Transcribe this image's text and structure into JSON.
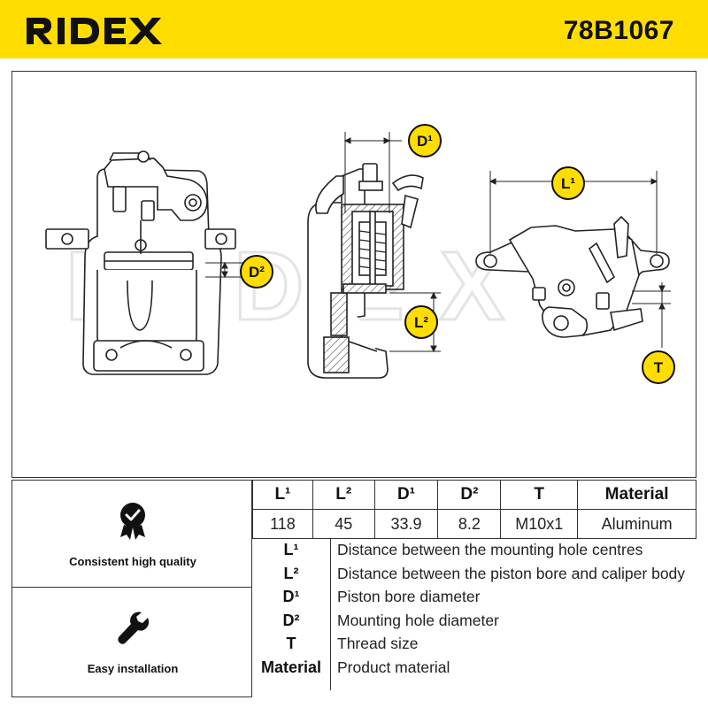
{
  "brand": {
    "name": "RIDEX",
    "accent_color": "#ffdd00"
  },
  "part_number": "78B1067",
  "watermark": "RIDEX",
  "dimension_labels": {
    "d1": "D¹",
    "d2": "D²",
    "l1": "L¹",
    "l2": "L²",
    "t": "T"
  },
  "features": [
    {
      "icon": "quality-badge-icon",
      "label": "Consistent high quality"
    },
    {
      "icon": "wrench-icon",
      "label": "Easy installation"
    }
  ],
  "specs": {
    "headers": [
      "L¹",
      "L²",
      "D¹",
      "D²",
      "T",
      "Material"
    ],
    "values": [
      "118",
      "45",
      "33.9",
      "8.2",
      "M10x1",
      "Aluminum"
    ]
  },
  "legend": [
    {
      "key": "L¹",
      "desc": "Distance between the mounting hole centres"
    },
    {
      "key": "L²",
      "desc": "Distance between the piston bore and caliper body"
    },
    {
      "key": "D¹",
      "desc": "Piston bore diameter"
    },
    {
      "key": "D²",
      "desc": "Mounting hole diameter"
    },
    {
      "key": "T",
      "desc": "Thread size"
    },
    {
      "key": "Material",
      "desc": "Product material"
    }
  ]
}
